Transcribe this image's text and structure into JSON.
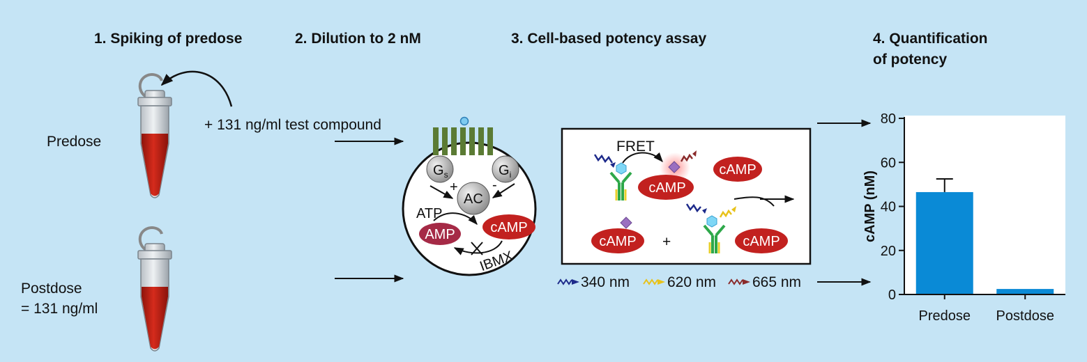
{
  "steps": {
    "s1": "1. Spiking of predose",
    "s2": "2. Dilution to 2 nM",
    "s3": "3. Cell-based potency assay",
    "s4_line1": "4. Quantification",
    "s4_line2": "of potency"
  },
  "samples": {
    "predose": "Predose",
    "postdose_line1": "Postdose",
    "postdose_line2": "= 131 ng/ml",
    "spike": "+ 131 ng/ml test compound"
  },
  "cell": {
    "gs": "G",
    "gs_sub": "s",
    "gi": "G",
    "gi_sub": "i",
    "ac": "AC",
    "plus": "+",
    "minus": "-",
    "atp": "ATP",
    "amp": "AMP",
    "camp": "cAMP",
    "ibmx": "IBMX"
  },
  "assay": {
    "fret": "FRET",
    "camp": "cAMP",
    "plus": "+",
    "wl_340": "340 nm",
    "wl_620": "620 nm",
    "wl_665": "665 nm"
  },
  "colors": {
    "background": "#c5e4f5",
    "bar": "#0a8ad6",
    "molecule_red": "#c2211f",
    "amp_maroon": "#a52a46",
    "membrane_green": "#5b7b34",
    "tube_red": "#c32216"
  },
  "chart_data": {
    "type": "bar",
    "categories": [
      "Predose",
      "Postdose"
    ],
    "values": [
      46.5,
      2.5
    ],
    "error": [
      6,
      0
    ],
    "ylabel": "cAMP (nM)",
    "ylim": [
      0,
      80
    ],
    "yticks": [
      0,
      20,
      40,
      60,
      80
    ]
  }
}
